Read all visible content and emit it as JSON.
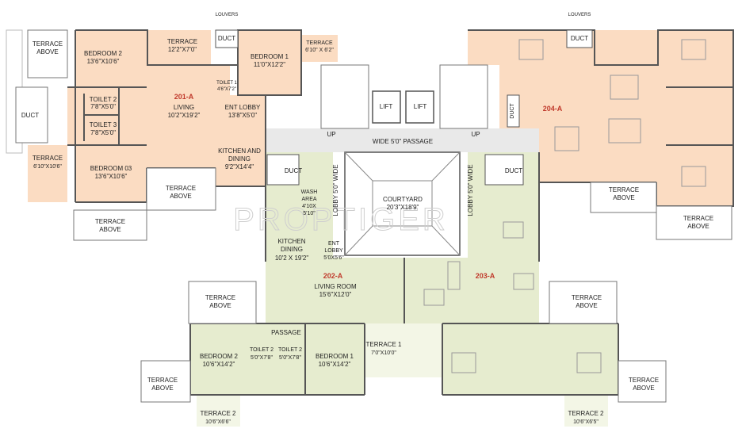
{
  "colors": {
    "unit_201": "#fbdcc2",
    "unit_202": "#e6eccf",
    "unit_203": "#e6eccf",
    "unit_204": "#fbdcc2",
    "terrace": "#f3f6e6",
    "common": "#e9e9e9",
    "unit_label": "#c0392b",
    "wall": "#555555"
  },
  "watermark": "PROPTIGER",
  "units": {
    "u201": {
      "label": "201-A",
      "bedroom2": {
        "name": "BEDROOM 2",
        "dim": "13'6\"X10'6\""
      },
      "terrace_top": {
        "name": "TERRACE",
        "dim": "12'2\"X7'0\""
      },
      "bedroom1": {
        "name": "BEDROOM 1",
        "dim": "11'0\"X12'2\""
      },
      "terrace_small": {
        "name": "TERRACE",
        "dim": "6'10\" X 6'2\""
      },
      "toilet1": {
        "name": "TOILET 1",
        "dim": "4'6\"X7'2\""
      },
      "toilet2": {
        "name": "TOILET 2",
        "dim": "7'8\"X5'0\""
      },
      "toilet3": {
        "name": "TOILET 3",
        "dim": "7'8\"X5'0\""
      },
      "living": {
        "name": "LIVING",
        "dim": "10'2\"X19'2\""
      },
      "ent_lobby": {
        "name": "ENT LOBBY",
        "dim": "13'8\"X5'0\""
      },
      "kitchen": {
        "name1": "KITCHEN AND",
        "name2": "DINING",
        "dim": "9'2\"X14'4\""
      },
      "bedroom3": {
        "name": "BEDROOM  03",
        "dim": "13'6\"X10'6\""
      },
      "terrace_left": {
        "name": "TERRACE",
        "dim": "6'10\"X10'6\""
      },
      "wash": {
        "name1": "WASH",
        "name2": "AREA",
        "dim1": "4'10X",
        "dim2": "5'10\""
      }
    },
    "u202": {
      "label": "202-A",
      "kitchen": {
        "name1": "KITCHEN",
        "name2": "DINING",
        "dim": "10'2 X 19'2\""
      },
      "ent_lobby": {
        "name1": "ENT",
        "name2": "LOBBY",
        "dim": "5'0X5'6\""
      },
      "living": {
        "name": "LIVING ROOM",
        "dim": "15'6\"X12'0\""
      },
      "passage": "PASSAGE",
      "bedroom2": {
        "name": "BEDROOM 2",
        "dim": "10'6\"X14'2\""
      },
      "toilet2a": {
        "name": "TOILET 2",
        "dim": "5'0\"X7'8\""
      },
      "toilet2b": {
        "name": "TOILET 2",
        "dim": "5'0\"X7'8\""
      },
      "bedroom1": {
        "name": "BEDROOM 1",
        "dim": "10'6\"X14'2\""
      },
      "terrace1": {
        "name": "TERRACE 1",
        "dim": "7'0\"X10'0\""
      },
      "terrace2": {
        "name": "TERRACE 2",
        "dim": "10'6\"X6'6\""
      }
    },
    "u203": {
      "label": "203-A",
      "terrace2": {
        "name": "TERRACE 2",
        "dim": "10'6\"X6'5\""
      }
    },
    "u204": {
      "label": "204-A"
    }
  },
  "common": {
    "louvers_left": "LOUVERS",
    "louvers_right": "LOUVERS",
    "duct": "DUCT",
    "lift": "LIFT",
    "up": "UP",
    "passage": "WIDE 5'0\" PASSAGE",
    "lobby_left": "LOBBY 5'0\" WIDE",
    "lobby_right": "LOBBY 5'0\" WIDE",
    "courtyard": {
      "name": "COURTYARD",
      "dim": "20'3\"X18'9\""
    },
    "terrace_above": {
      "line1": "TERRACE",
      "line2": "ABOVE"
    }
  }
}
